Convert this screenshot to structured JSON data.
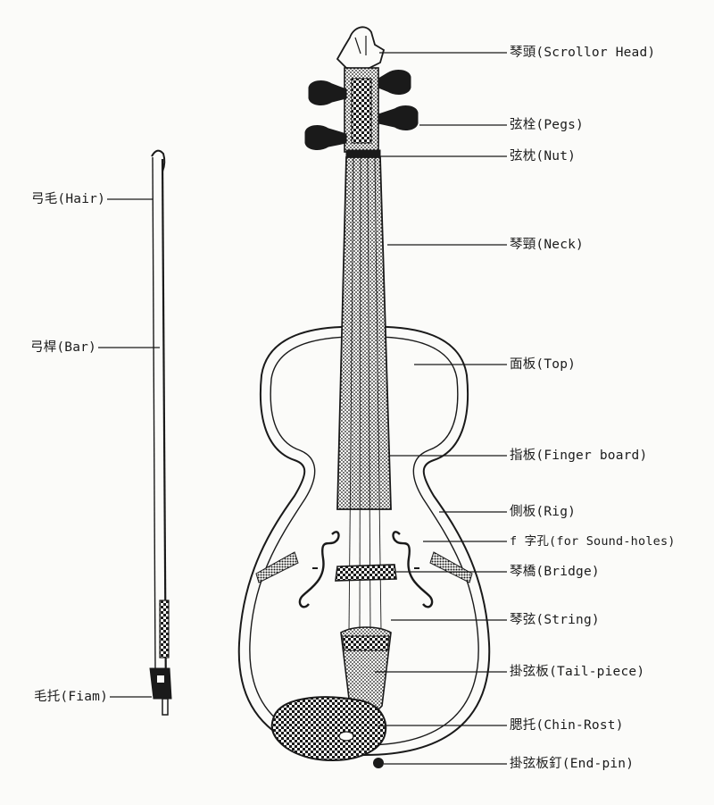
{
  "labels": {
    "scroll_head": "琴頭(Scrollor Head)",
    "pegs": "弦栓(Pegs)",
    "nut": "弦枕(Nut)",
    "neck": "琴頸(Neck)",
    "top": "面板(Top)",
    "finger_board": "指板(Finger board)",
    "rig": "側板(Rig)",
    "f_holes": "f 字孔(for Sound-holes)",
    "bridge": "琴橋(Bridge)",
    "string": "琴弦(String)",
    "tail_piece": "掛弦板(Tail-piece)",
    "chin_rest": "腮托(Chin-Rost)",
    "end_pin": "掛弦板釘(End-pin)",
    "hair": "弓毛(Hair)",
    "bar": "弓桿(Bar)",
    "frog": "毛托(Fiam)"
  },
  "colors": {
    "ink": "#1a1a1a",
    "paper": "#fbfbf9"
  }
}
